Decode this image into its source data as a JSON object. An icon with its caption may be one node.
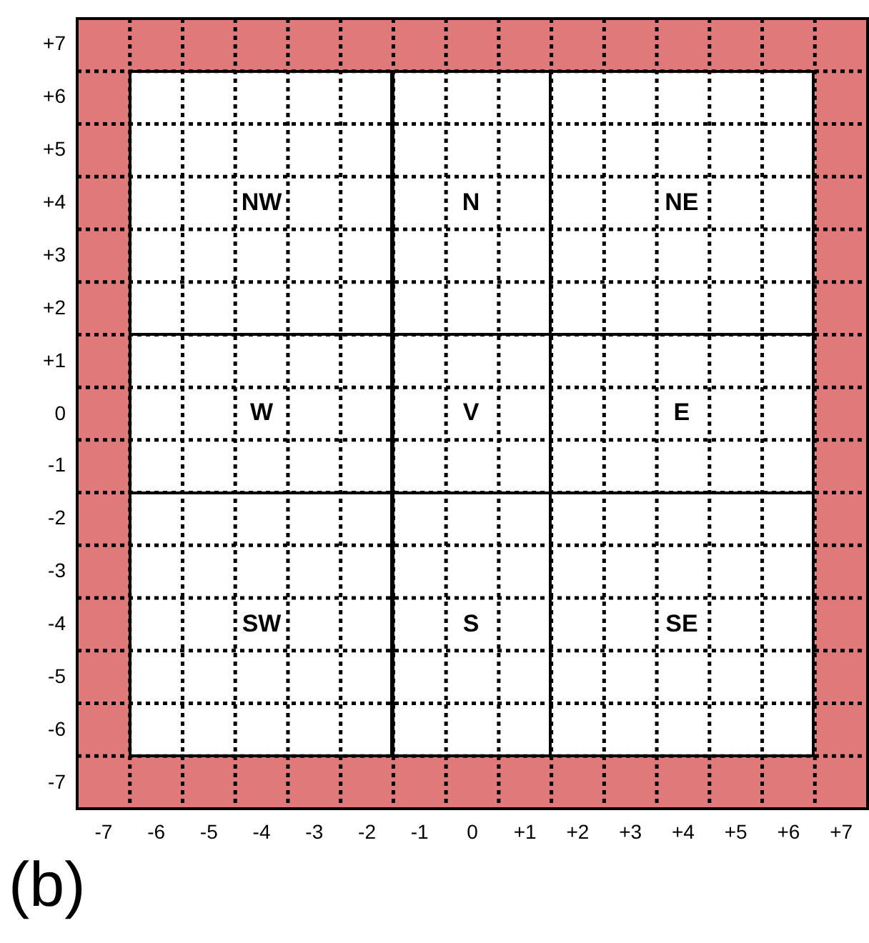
{
  "diagram": {
    "nodes": [
      {
        "text": [
          "NW"
        ]
      },
      {
        "text": [
          "N"
        ]
      },
      {
        "text": [
          "NE"
        ]
      },
      {
        "text": [
          "W"
        ]
      },
      {
        "text": [
          "V"
        ]
      },
      {
        "text": [
          "E"
        ]
      },
      {
        "text": [
          "SW"
        ]
      },
      {
        "text": [
          "S"
        ]
      },
      {
        "text": [
          "SE"
        ]
      }
    ],
    "edges": [],
    "labels": [
      "+7",
      "+6",
      "+5",
      "+4",
      "+3",
      "+2",
      "+1",
      "0",
      "-1",
      "-2",
      "-3",
      "-4",
      "-5",
      "-6",
      "-7",
      "-7",
      "-6",
      "-5",
      "-4",
      "-3",
      "-2",
      "-1",
      "0",
      "+1",
      "+2",
      "+3",
      "+4",
      "+5",
      "+6",
      "+7",
      "(b)"
    ]
  }
}
